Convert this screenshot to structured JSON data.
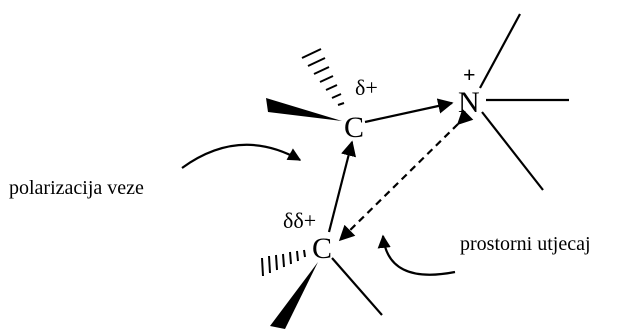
{
  "atoms": {
    "carbon_top": "C",
    "carbon_bottom": "C",
    "nitrogen": "N"
  },
  "charges": {
    "nitrogen_plus": "+",
    "carbon_top_partial": "δ+",
    "carbon_bottom_partial": "δδ+"
  },
  "labels": {
    "bond_polarization": "polarizacija veze",
    "spatial_influence": "prostorni utjecaj"
  },
  "colors": {
    "ink": "#000000",
    "background": "#ffffff"
  }
}
